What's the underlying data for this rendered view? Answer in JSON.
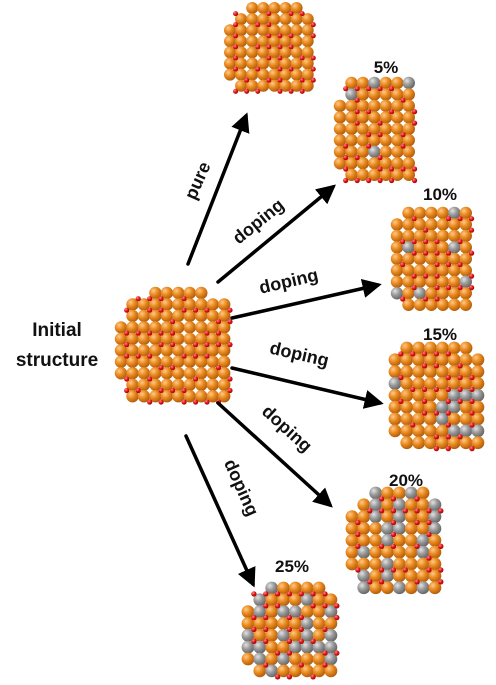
{
  "initial": {
    "label_line1": "Initial",
    "label_line2": "structure"
  },
  "colors": {
    "metal": "#e98a1e",
    "metal_dark": "#b85f0c",
    "oxygen": "#e01212",
    "dopant": "#8e8e8e",
    "arrow": "#000000"
  },
  "arrows": [
    {
      "id": "pure",
      "label": "pure"
    },
    {
      "id": "d5",
      "label": "doping"
    },
    {
      "id": "d10",
      "label": "doping"
    },
    {
      "id": "d15",
      "label": "doping"
    },
    {
      "id": "d20",
      "label": "doping"
    },
    {
      "id": "d25",
      "label": "doping"
    }
  ],
  "clusters": [
    {
      "id": "pure",
      "percent_label": "",
      "dopant_fraction": 0
    },
    {
      "id": "d5",
      "percent_label": "5%",
      "dopant_fraction": 0.05
    },
    {
      "id": "d10",
      "percent_label": "10%",
      "dopant_fraction": 0.1
    },
    {
      "id": "d15",
      "percent_label": "15%",
      "dopant_fraction": 0.15
    },
    {
      "id": "d20",
      "percent_label": "20%",
      "dopant_fraction": 0.2
    },
    {
      "id": "d25",
      "percent_label": "25%",
      "dopant_fraction": 0.25
    }
  ]
}
